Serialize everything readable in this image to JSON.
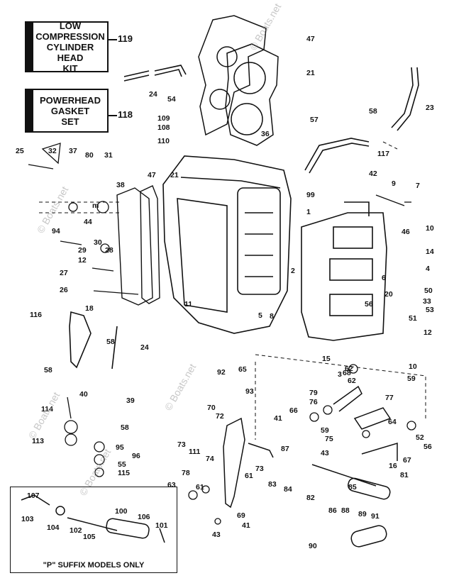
{
  "kits": [
    {
      "text": "LOW\nCOMPRESSION\nCYLINDER HEAD\nKIT",
      "ref": "119"
    },
    {
      "text": "POWERHEAD\nGASKET\nSET",
      "ref": "118"
    }
  ],
  "suffix_note": "\"P\" SUFFIX MODELS ONLY",
  "watermark": "© Boats.net",
  "labels": [
    "47",
    "21",
    "24",
    "54",
    "109",
    "108",
    "110",
    "36",
    "57",
    "58",
    "23",
    "117",
    "42",
    "99",
    "25",
    "32",
    "37",
    "80",
    "31",
    "38",
    "47",
    "21",
    "m",
    "44",
    "94",
    "29",
    "30",
    "28",
    "12",
    "27",
    "26",
    "9",
    "7",
    "1",
    "10",
    "46",
    "14",
    "4",
    "2",
    "50",
    "20",
    "33",
    "53",
    "51",
    "56",
    "12",
    "10",
    "11",
    "116",
    "18",
    "58",
    "24",
    "58",
    "40",
    "39",
    "114",
    "58",
    "113",
    "95",
    "96",
    "55",
    "115",
    "92",
    "65",
    "93",
    "70",
    "72",
    "73",
    "111",
    "74",
    "61",
    "78",
    "61",
    "73",
    "87",
    "83",
    "84",
    "63",
    "69",
    "41",
    "43",
    "62",
    "79",
    "76",
    "66",
    "41",
    "59",
    "75",
    "68",
    "59",
    "77",
    "64",
    "52",
    "56",
    "67",
    "16",
    "43",
    "81",
    "85",
    "82",
    "86",
    "88",
    "89",
    "91",
    "90",
    "107",
    "103",
    "104",
    "102",
    "105",
    "100",
    "106",
    "101",
    "8",
    "5",
    "6",
    "3",
    "15",
    "62",
    "3"
  ],
  "colors": {
    "ink": "#111111",
    "watermark": "#9a9a9a"
  }
}
